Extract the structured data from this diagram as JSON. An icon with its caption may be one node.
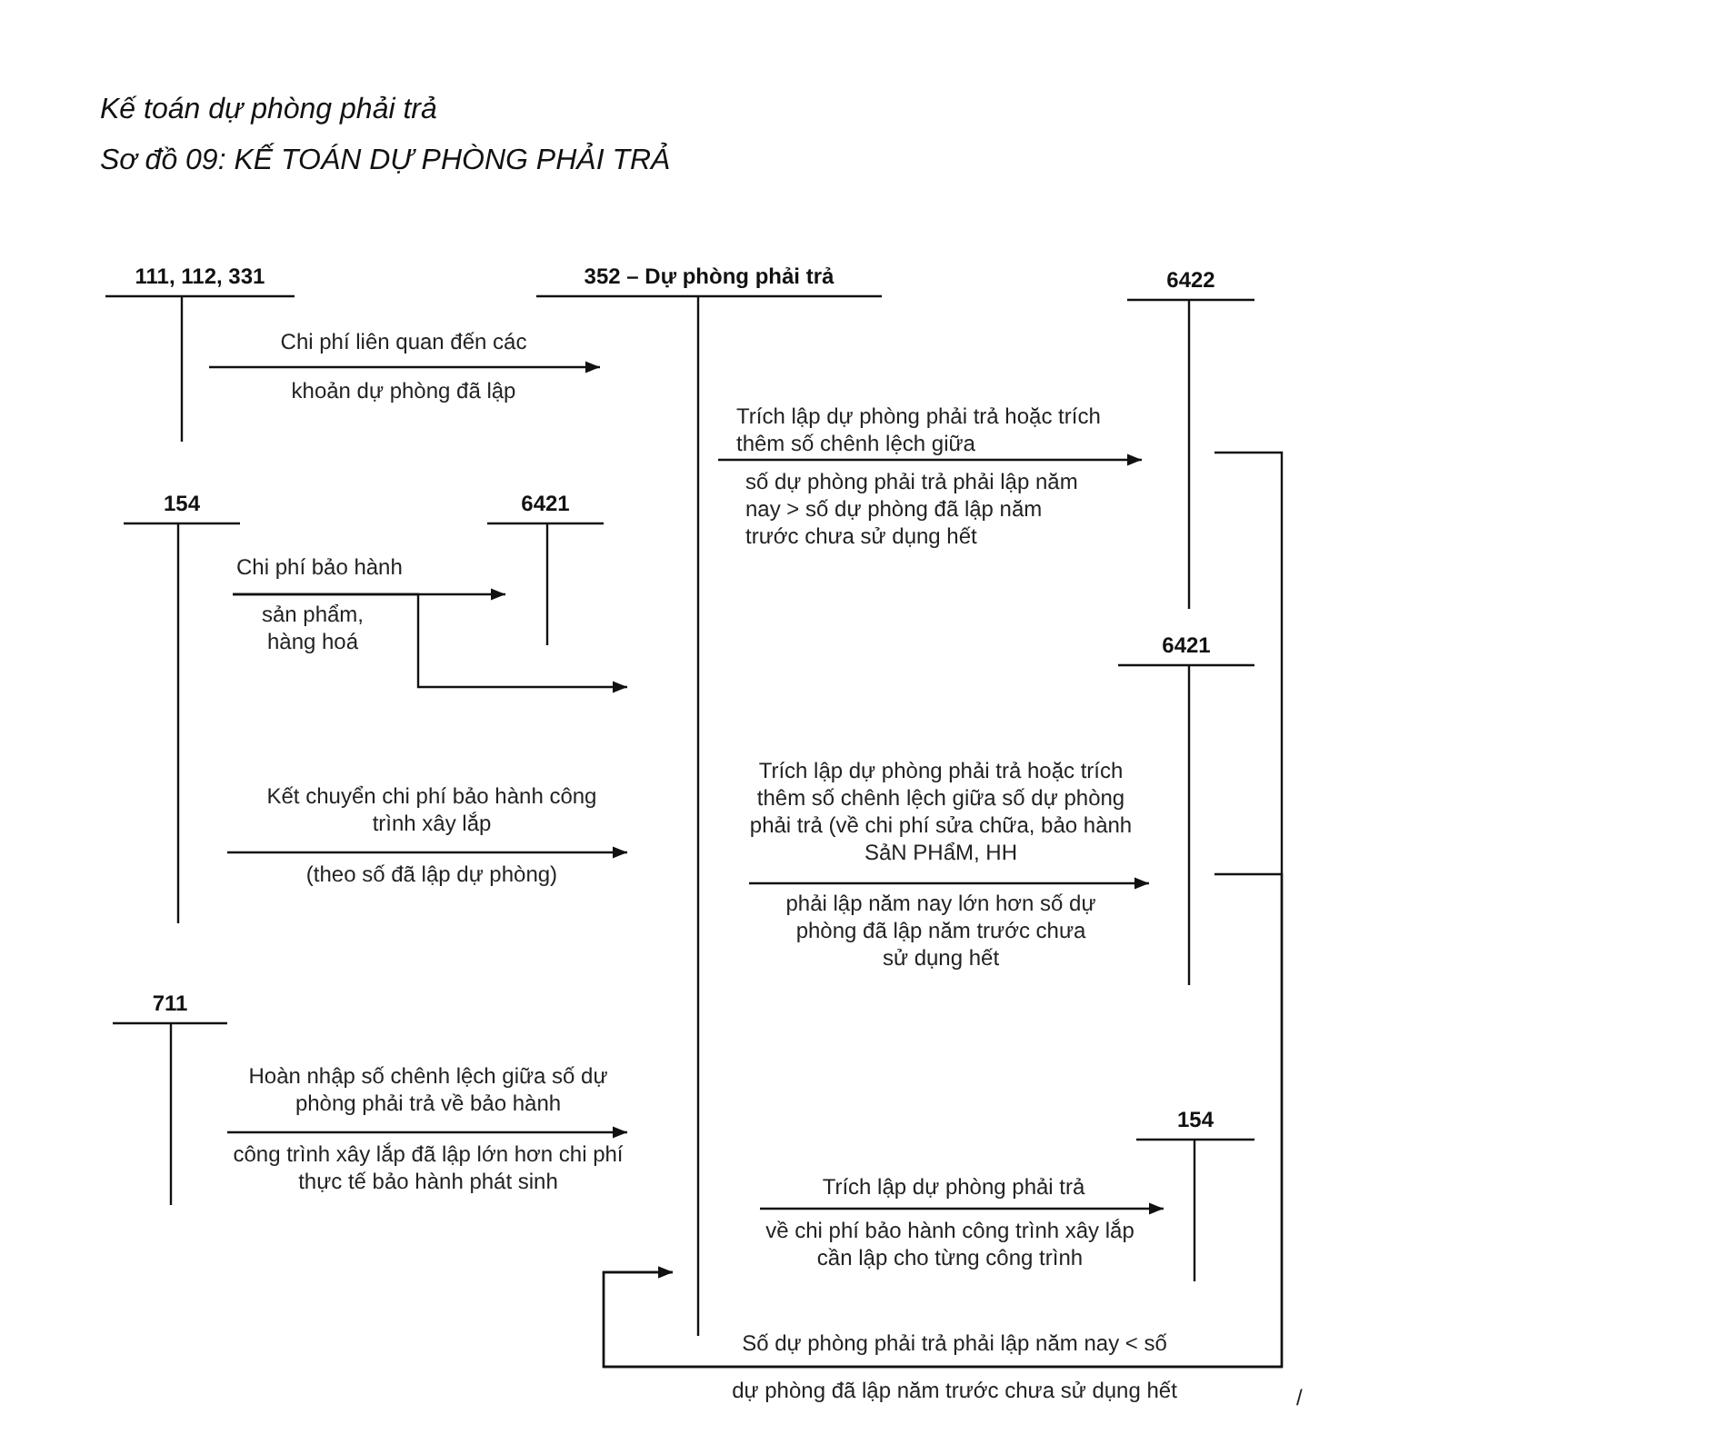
{
  "diagram": {
    "title": "Kế toán dự phòng phải trả",
    "nodes": [
      {
        "text": [
          "111, 112, 331"
        ]
      },
      {
        "text": [
          "352 – Dự phòng phải trả"
        ]
      },
      {
        "text": [
          "6422"
        ]
      },
      {
        "text": [
          "154"
        ]
      },
      {
        "text": [
          "6421"
        ]
      },
      {
        "text": [
          "6421"
        ]
      },
      {
        "text": [
          "711"
        ]
      },
      {
        "text": [
          "154"
        ]
      }
    ],
    "edges": [
      {
        "from": 0,
        "to": 1,
        "arrow": "to",
        "label": "Chi phí liên quan đến các"
      },
      {
        "from": 3,
        "to": 4,
        "arrow": "to",
        "label": "Chi phí bảo hành"
      },
      {
        "from": 3,
        "to": 1,
        "arrow": "to"
      },
      {
        "from": 3,
        "to": 1,
        "arrow": "to",
        "label": "Kết chuyển chi phí bảo hành công trình xây lắp"
      },
      {
        "from": 6,
        "to": 1,
        "arrow": "to",
        "label": "Hoàn nhập số chênh lệch giữa số dự phòng phải trả về bảo hành"
      },
      {
        "from": 1,
        "to": 2,
        "arrow": "to",
        "label": "Trích lập dự phòng phải trả hoặc trích thêm số chênh lệch giữa"
      },
      {
        "from": 1,
        "to": 5,
        "arrow": "to",
        "label": "Trích lập dự phòng phải trả hoặc trích thêm số chênh lệch giữa số dự phòng phải trả (về chi phí sửa chữa, bảo hành SảN PHẩM, HH"
      },
      {
        "from": 1,
        "to": 7,
        "arrow": "to",
        "label": "Trích lập dự phòng phải trả"
      },
      {
        "from": 2,
        "to": 1,
        "arrow": "to",
        "label": "Số dự phòng phải trả phải lập năm nay < số"
      },
      {
        "from": 5,
        "to": 1,
        "arrow": "to"
      }
    ],
    "labels": [
      "Sơ đồ 09: KẾ TOÁN DỰ PHÒNG PHẢI TRẢ",
      "khoản dự phòng đã lập",
      "số dự phòng phải trả phải lập năm nay > số dự phòng đã lập năm trước chưa sử dụng hết",
      "sản phẩm, hàng hoá",
      "(theo số đã lập dự phòng)",
      "phải lập năm nay lớn hơn số dự phòng đã lập năm trước chưa sử dụng hết",
      "công trình xây lắp đã lập lớn hơn chi phí thực tế bảo hành phát sinh",
      "về chi phí bảo hành công trình xây lắp cần lập cho từng công trình",
      "dự phòng đã lập năm trước chưa sử dụng hết",
      "/"
    ]
  }
}
